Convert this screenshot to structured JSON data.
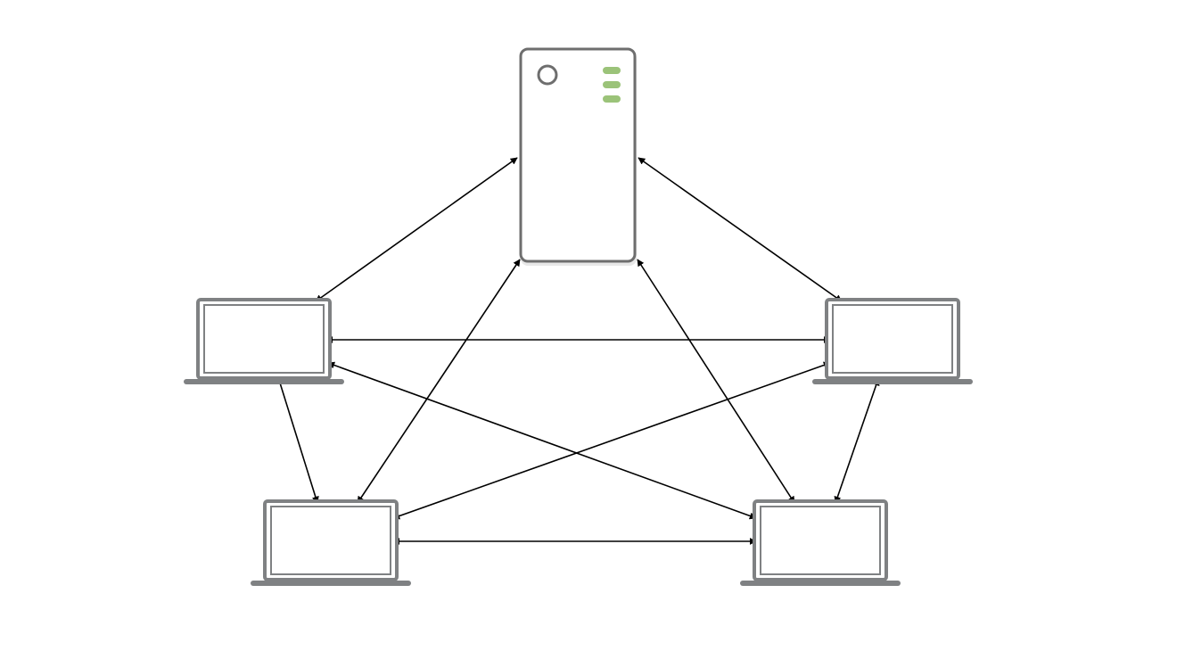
{
  "colors": {
    "background": "#ffffff",
    "device_outline": "#6e6e6e",
    "server_led": "#9bc379",
    "laptop_frame": "#7f8183",
    "connector": "#000000"
  },
  "nodes": [
    {
      "id": "server",
      "kind": "server",
      "icon": "server-icon"
    },
    {
      "id": "laptop-left",
      "kind": "laptop",
      "icon": "laptop-icon"
    },
    {
      "id": "laptop-right",
      "kind": "laptop",
      "icon": "laptop-icon"
    },
    {
      "id": "laptop-bottom-left",
      "kind": "laptop",
      "icon": "laptop-icon"
    },
    {
      "id": "laptop-bottom-right",
      "kind": "laptop",
      "icon": "laptop-icon"
    }
  ],
  "edges": [
    {
      "from": "server",
      "to": "laptop-left",
      "direction": "both"
    },
    {
      "from": "server",
      "to": "laptop-right",
      "direction": "both"
    },
    {
      "from": "server",
      "to": "laptop-bottom-left",
      "direction": "both"
    },
    {
      "from": "server",
      "to": "laptop-bottom-right",
      "direction": "both"
    },
    {
      "from": "laptop-left",
      "to": "laptop-right",
      "direction": "both"
    },
    {
      "from": "laptop-left",
      "to": "laptop-bottom-left",
      "direction": "both"
    },
    {
      "from": "laptop-left",
      "to": "laptop-bottom-right",
      "direction": "both"
    },
    {
      "from": "laptop-right",
      "to": "laptop-bottom-left",
      "direction": "both"
    },
    {
      "from": "laptop-right",
      "to": "laptop-bottom-right",
      "direction": "both"
    },
    {
      "from": "laptop-bottom-left",
      "to": "laptop-bottom-right",
      "direction": "both"
    }
  ]
}
